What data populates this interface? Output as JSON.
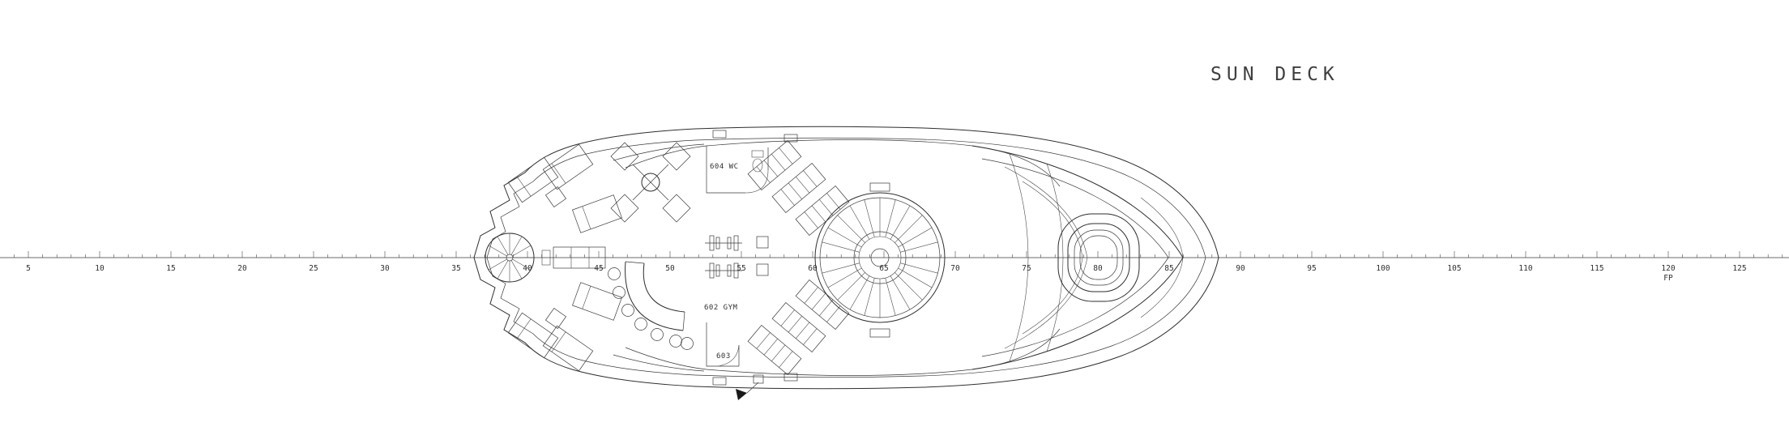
{
  "title": "SUN DECK",
  "rooms": {
    "wc_label": "604 WC",
    "gym_label": "602 GYM",
    "room_603_label": "603"
  },
  "ruler": {
    "frame_labels": [
      5,
      10,
      15,
      20,
      25,
      30,
      35,
      40,
      45,
      50,
      55,
      60,
      65,
      70,
      75,
      80,
      85,
      90,
      95,
      100,
      105,
      110,
      115,
      120,
      125
    ],
    "fp_label": "FP",
    "fp_frame": 120
  },
  "colors": {
    "ink": "#2e2e2e",
    "text": "#3a3a3a",
    "background": "#ffffff"
  }
}
